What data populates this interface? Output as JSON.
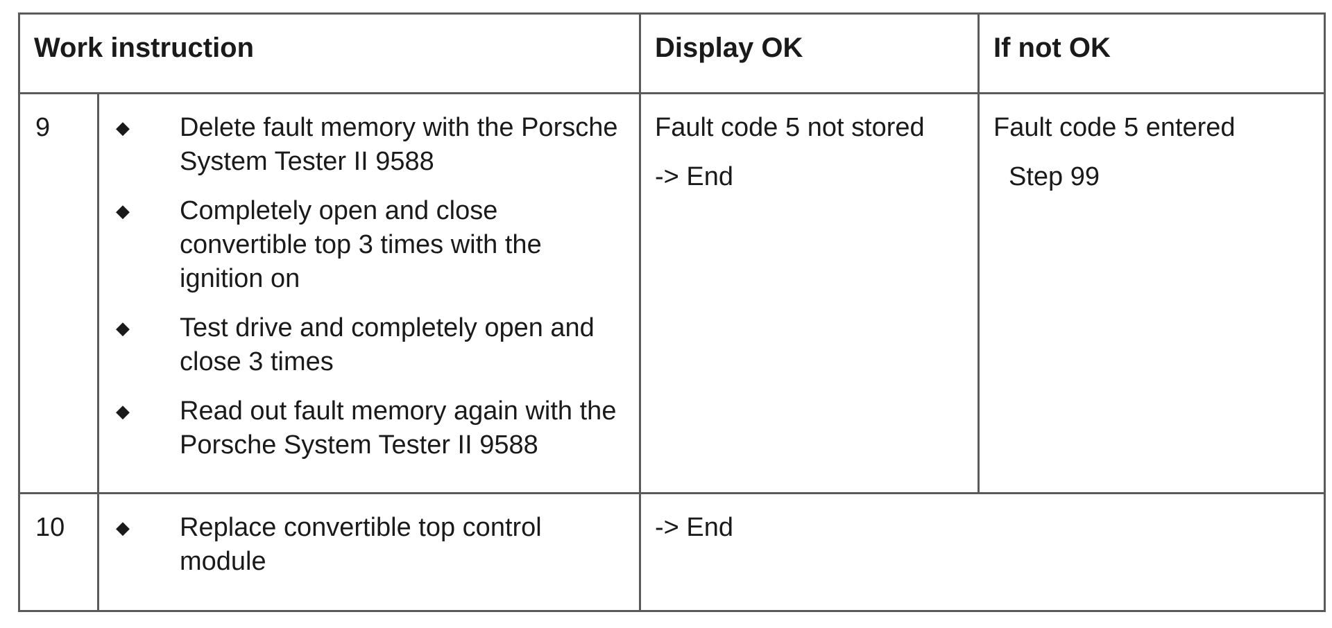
{
  "table": {
    "headers": {
      "work_instruction": "Work instruction",
      "display_ok": "Display OK",
      "if_not_ok": "If not OK"
    },
    "rows": [
      {
        "step": "9",
        "instructions": [
          "Delete fault memory with the Porsche System Tester II 9588",
          "Completely open and close convertible top 3 times with the ignition on",
          "Test drive and completely open and close 3 times",
          "Read out fault memory again with the Porsche System Tester II 9588"
        ],
        "display_ok": [
          "Fault code 5 not stored",
          "-> End"
        ],
        "if_not_ok": [
          "Fault code 5 entered",
          "Step 99"
        ]
      },
      {
        "step": "10",
        "instructions": [
          "Replace convertible top control module"
        ],
        "display_ok": [
          "-> End"
        ]
      }
    ],
    "bullet_symbol": "◆"
  }
}
